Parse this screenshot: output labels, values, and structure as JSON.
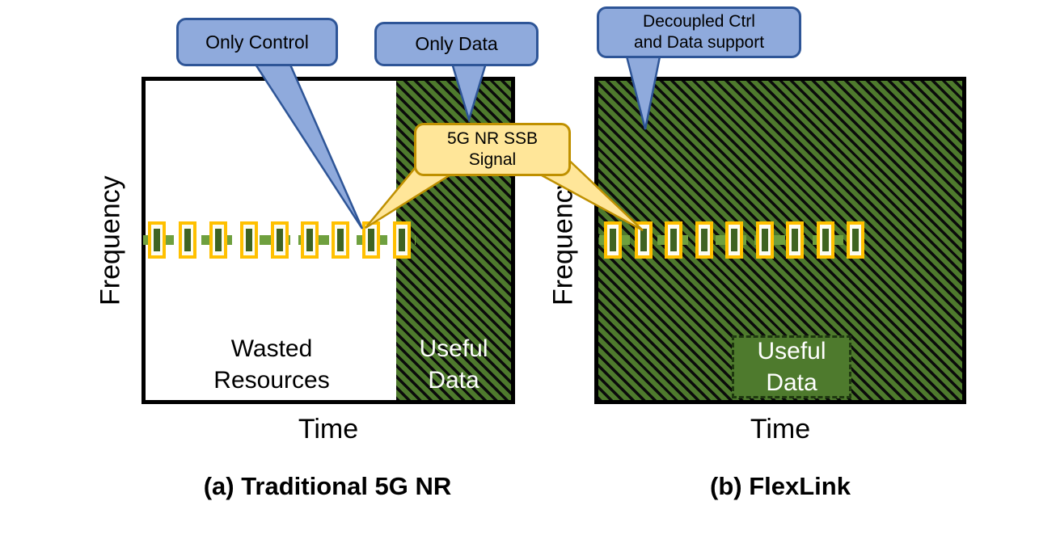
{
  "panel_a": {
    "caption": "(a) Traditional 5G NR",
    "freq_axis_label": "Frequency",
    "time_axis_label": "Time",
    "wasted_line1": "Wasted",
    "wasted_line2": "Resources",
    "useful_line1": "Useful",
    "useful_line2": "Data",
    "ssb_count": 9
  },
  "panel_b": {
    "caption": "(b) FlexLink",
    "freq_axis_label": "Frequency",
    "time_axis_label": "Time",
    "useful_line1": "Useful",
    "useful_line2": "Data",
    "ssb_count": 9
  },
  "callouts": {
    "only_control": "Only Control",
    "only_data": "Only Data",
    "ssb_line1": "5G NR SSB",
    "ssb_line2": "Signal",
    "decoupled_line1": "Decoupled Ctrl",
    "decoupled_line2": "and Data support"
  },
  "colors": {
    "callout_blue_fill": "#8FAADC",
    "callout_blue_border": "#2E5597",
    "callout_yellow_fill": "#FFE699",
    "callout_yellow_border": "#BF9000",
    "hatch_green": "#4E7A2D",
    "hatch_black": "#0B0B0B",
    "block_yellow": "#FFC000",
    "block_green": "#3F6322",
    "dash_green": "#6FA03F",
    "useful_box_green": "#4E7A2D"
  }
}
